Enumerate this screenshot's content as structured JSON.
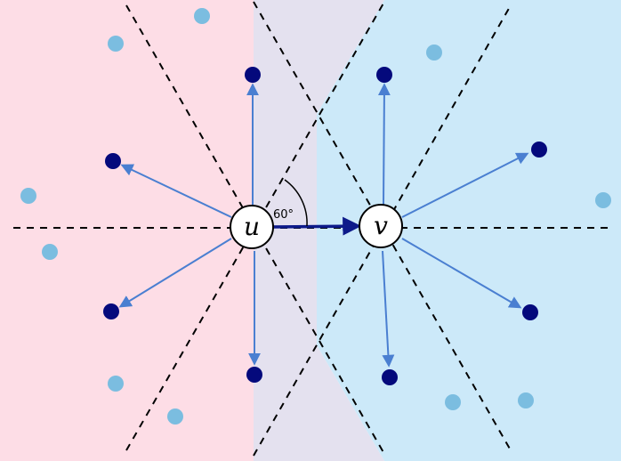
{
  "diagram": {
    "node_u_label": "u",
    "node_v_label": "v",
    "angle_label": "60°",
    "colors": {
      "region_u": "#fddde6",
      "region_v": "#cce9f9",
      "region_middle": "#e4e1ef",
      "arrow": "#4a7fd1",
      "center_arrow": "#0d1a8a",
      "neighbor_point": "#04097c",
      "background_point": "#7bbde0"
    }
  }
}
